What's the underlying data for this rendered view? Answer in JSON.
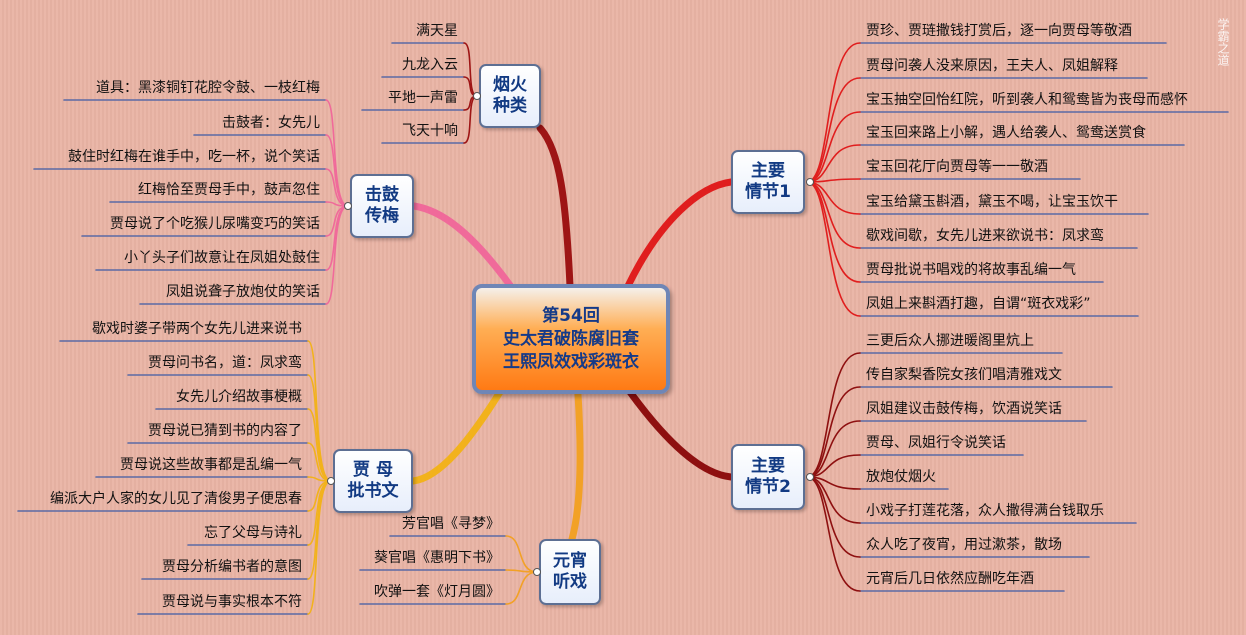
{
  "central": {
    "title": "第54回\n史太君破陈腐旧套\n王熙凤效戏彩斑衣"
  },
  "topics": {
    "yanhuo": "烟火\n种类",
    "jigu": "击鼓\n传梅",
    "jiamu": "贾 母\n批书文",
    "yuanxiao": "元宵\n听戏",
    "qingjie1": "主要\n情节1",
    "qingjie2": "主要\n情节2"
  },
  "yanhuo_items": [
    "满天星",
    "九龙入云",
    "平地一声雷",
    "飞天十响"
  ],
  "jigu_items": [
    "道具：黑漆铜钉花腔令鼓、一枝红梅",
    "击鼓者：女先儿",
    "鼓住时红梅在谁手中，吃一杯，说个笑话",
    "红梅恰至贾母手中，鼓声忽住",
    "贾母说了个吃猴儿尿嘴变巧的笑话",
    "小丫头子们故意让在凤姐处鼓住",
    "凤姐说聋子放炮仗的笑话"
  ],
  "jiamu_items": [
    "歇戏时婆子带两个女先儿进来说书",
    "贾母问书名，道：凤求鸾",
    "女先儿介绍故事梗概",
    "贾母说已猜到书的内容了",
    "贾母说这些故事都是乱编一气",
    "编派大户人家的女儿见了清俊男子便思春",
    "忘了父母与诗礼",
    "贾母分析编书者的意图",
    "贾母说与事实根本不符"
  ],
  "yuanxiao_items": [
    "芳官唱《寻梦》",
    "葵官唱《惠明下书》",
    "吹弹一套《灯月圆》"
  ],
  "qingjie1_items": [
    "贾珍、贾琏撒钱打赏后，逐一向贾母等敬酒",
    "贾母问袭人没来原因，王夫人、凤姐解释",
    "宝玉抽空回怡红院，听到袭人和鸳鸯皆为丧母而感怀",
    "宝玉回来路上小解，遇人给袭人、鸳鸯送赏食",
    "宝玉回花厅向贾母等一一敬酒",
    "宝玉给黛玉斟酒，黛玉不喝，让宝玉饮干",
    "歇戏间歇，女先儿进来欲说书：凤求鸾",
    "贾母批说书唱戏的将故事乱编一气",
    "凤姐上来斟酒打趣，自谓“斑衣戏彩”"
  ],
  "qingjie2_items": [
    "三更后众人挪进暖阁里炕上",
    "传自家梨香院女孩们唱清雅戏文",
    "凤姐建议击鼓传梅，饮酒说笑话",
    "贾母、凤姐行令说笑话",
    "放炮仗烟火",
    "小戏子打莲花落，众人撒得满台钱取乐",
    "众人吃了夜宵，用过漱茶，散场",
    "元宵后几日依然应酬吃年酒"
  ],
  "watermark": "学霸之道",
  "colors": {
    "background": "#e9b3a4",
    "yanhuo_branch": "#9e1515",
    "jigu_branch": "#f06a9a",
    "jiamu_branch": "#f2b21c",
    "yuanxiao_branch": "#f2a126",
    "qingjie1_branch": "#e01e1e",
    "qingjie2_branch": "#8e1010",
    "underline": "#5b6aa5"
  }
}
